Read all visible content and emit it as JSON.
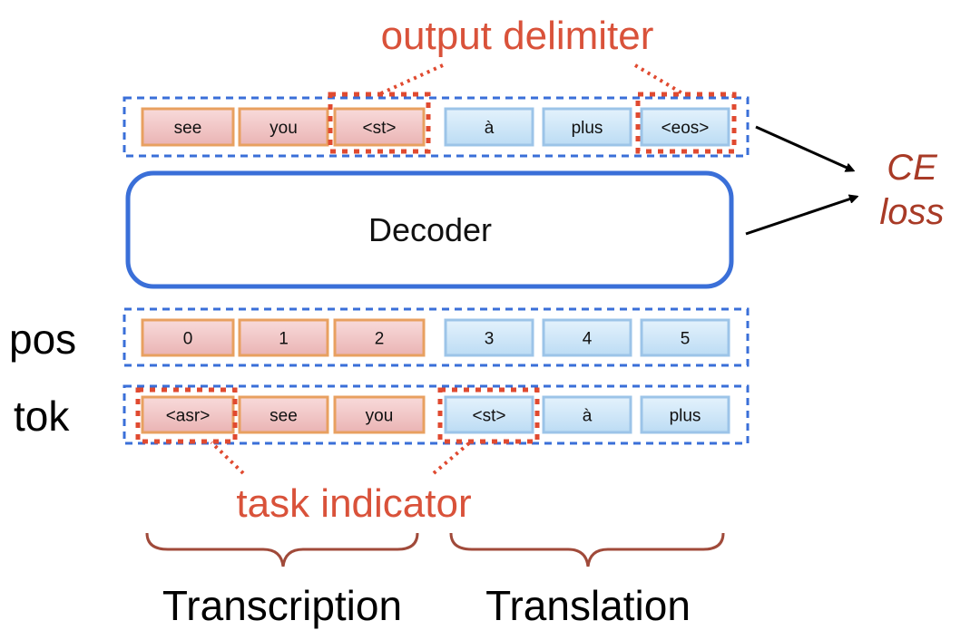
{
  "labels": {
    "output_delimiter": "output delimiter",
    "task_indicator": "task indicator",
    "decoder": "Decoder",
    "pos": "pos",
    "tok": "tok",
    "ce": "CE",
    "loss": "loss",
    "transcription": "Transcription",
    "translation": "Translation"
  },
  "rows": {
    "output": [
      "see",
      "you",
      "<st>",
      "à",
      "plus",
      "<eos>"
    ],
    "pos": [
      "0",
      "1",
      "2",
      "3",
      "4",
      "5"
    ],
    "tok": [
      "<asr>",
      "see",
      "you",
      "<st>",
      "à",
      "plus"
    ]
  },
  "colors": {
    "transcription_fill": "#f2c4c4",
    "transcription_border": "#e8a060",
    "translation_fill": "#cfe6f8",
    "translation_border": "#9cc4e8",
    "group_dash": "#3a6fd8",
    "highlight_dash": "#e04a30",
    "annotation_text": "#d9523a",
    "loss_text": "#a83a26",
    "brace": "#a04a3a"
  }
}
